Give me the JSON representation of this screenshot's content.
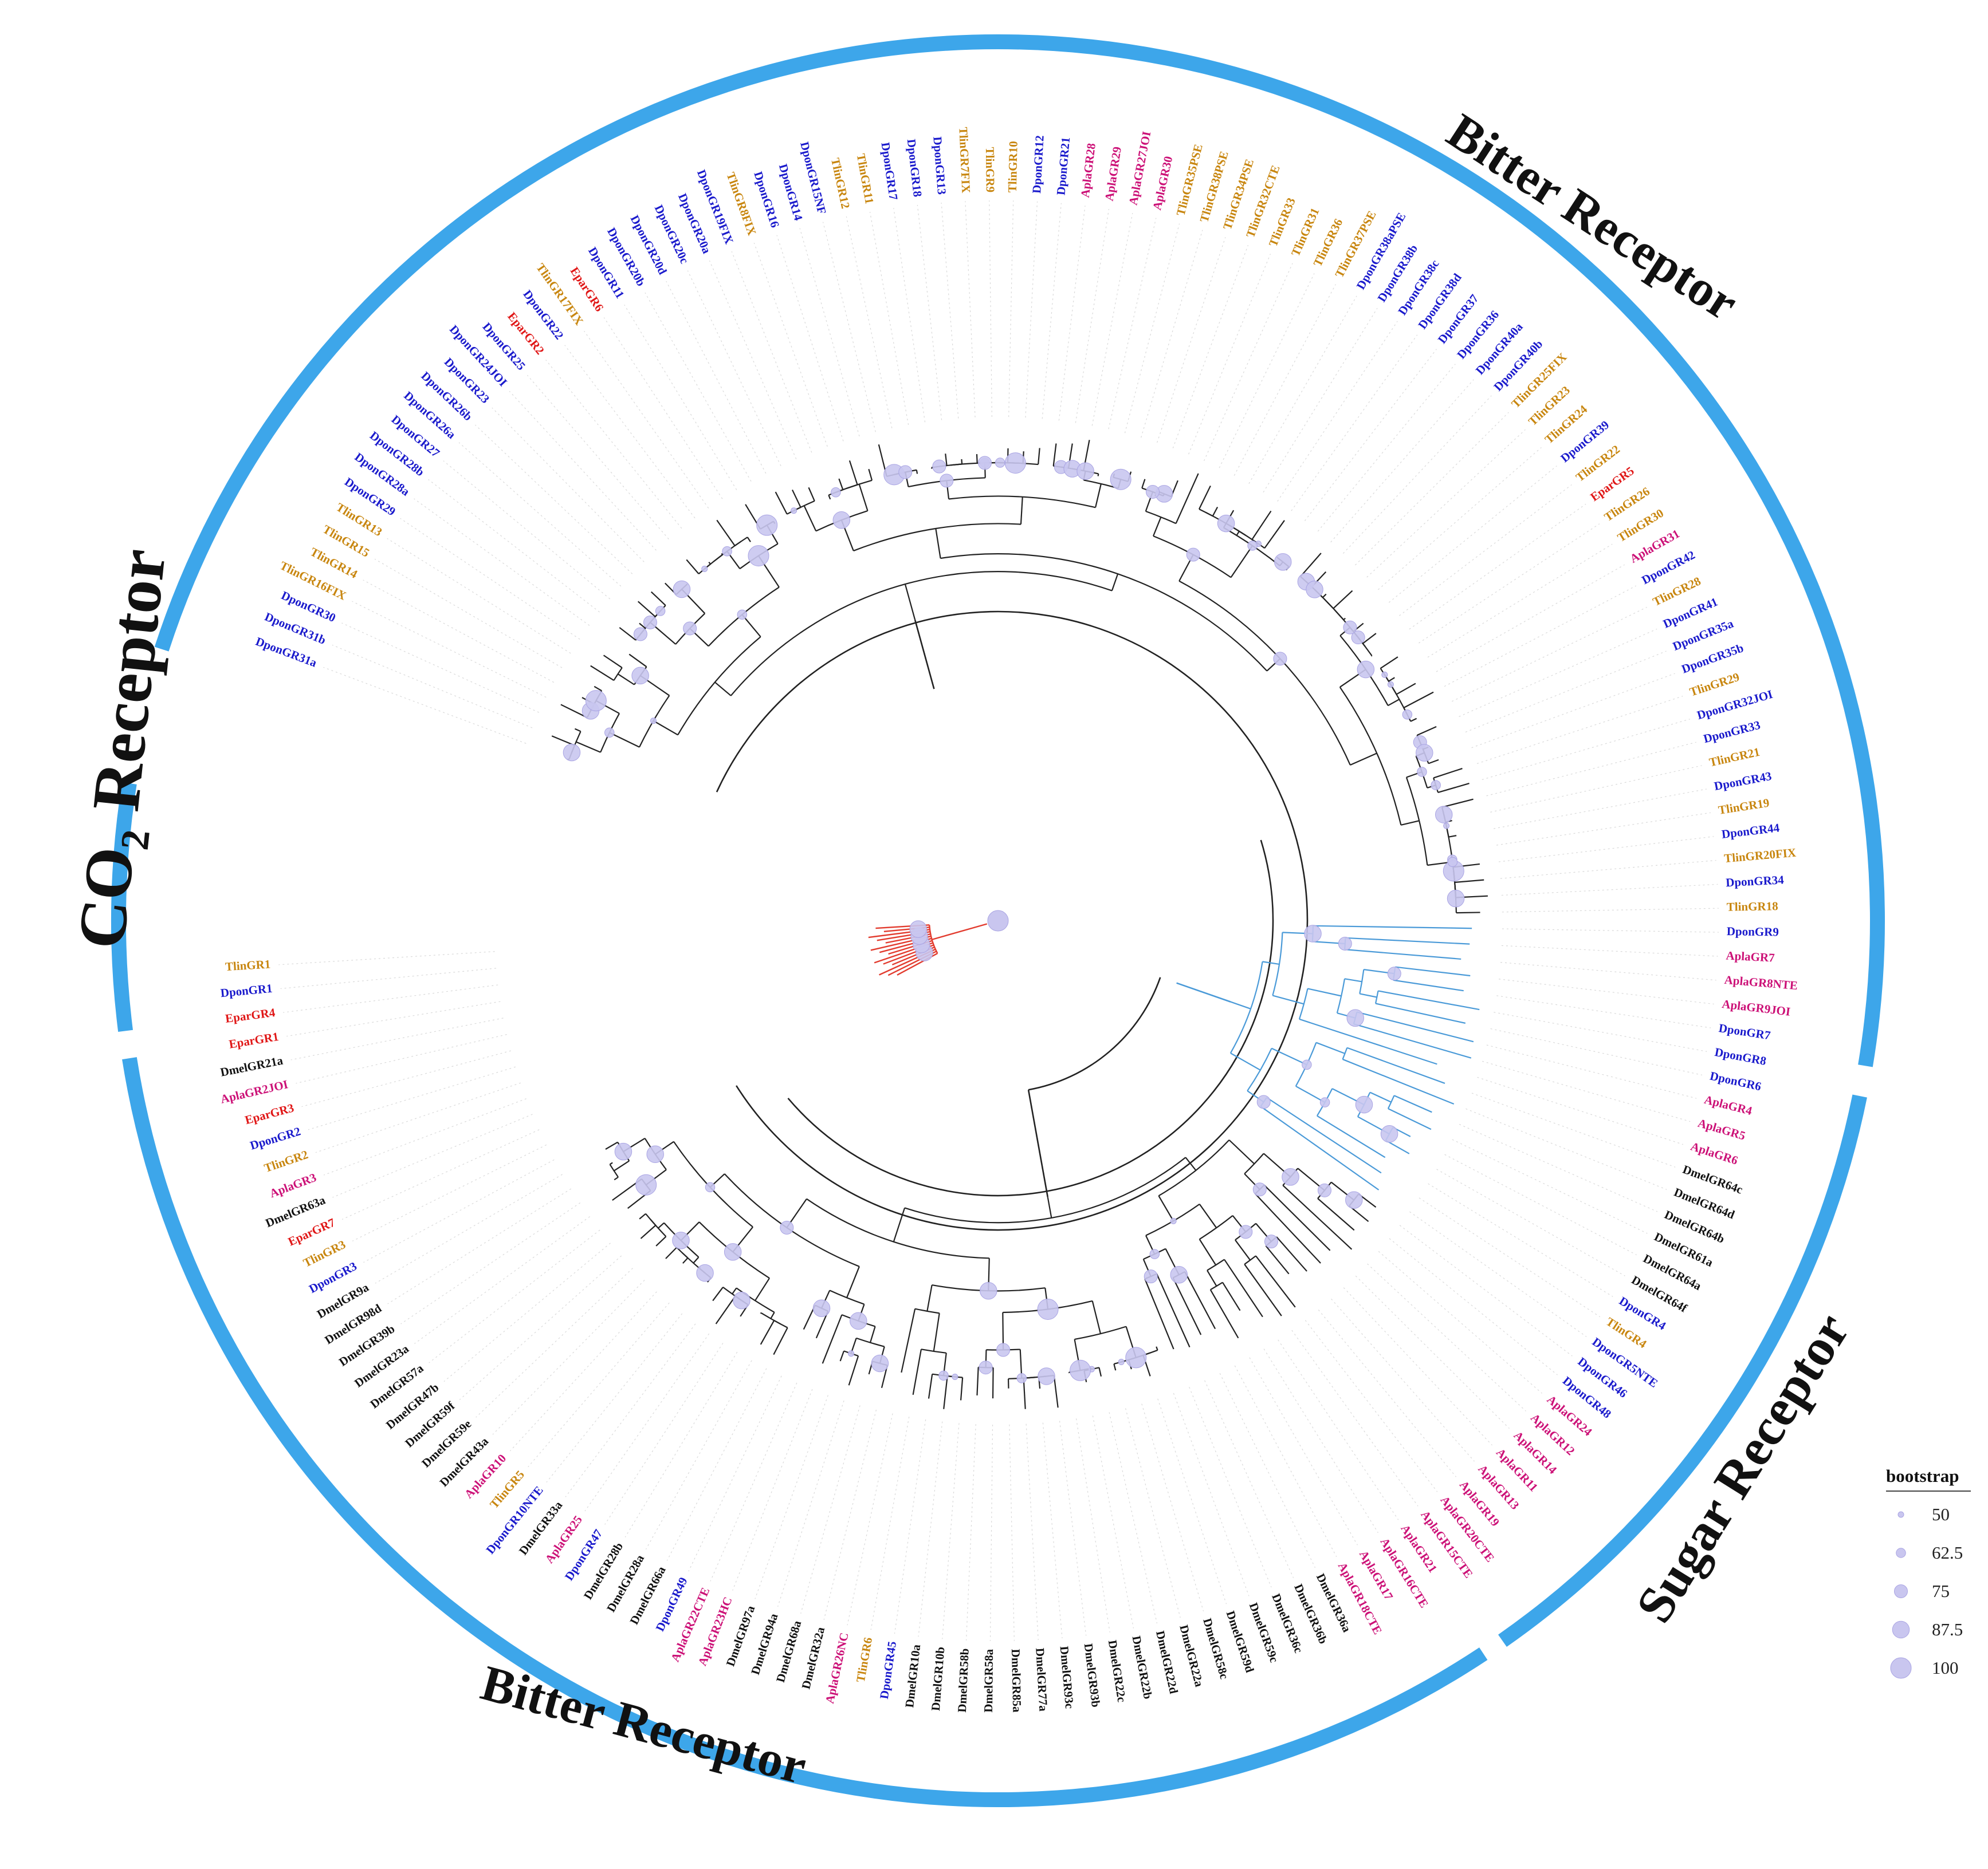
{
  "colors": {
    "Dpon": "#1a1acc",
    "Tlin": "#c8860f",
    "Epar": "#e01616",
    "Apla": "#cc1177",
    "Dmel": "#111111",
    "arc": "#3da6ea",
    "branch": "#222222",
    "co2_branch": "#e23b2e",
    "sugar_branch": "#4a9ad8",
    "bootstrap_fill": "#c9c6ef",
    "bootstrap_stroke": "#a9a4e3"
  },
  "clades": [
    {
      "label": "Bitter Receptor"
    },
    {
      "label_main": "CO",
      "label_sub": "2",
      "label_rest": " Receptor"
    },
    {
      "label": "Sugar Receptor"
    },
    {
      "label": "Bitter Receptor"
    }
  ],
  "legend": {
    "title": "bootstrap",
    "items": [
      {
        "label": "50",
        "value": 50
      },
      {
        "label": "62.5",
        "value": 62.5
      },
      {
        "label": "75",
        "value": 75
      },
      {
        "label": "87.5",
        "value": 87.5
      },
      {
        "label": "100",
        "value": 100
      }
    ]
  },
  "leaves": [
    "DponGR31a",
    "DponGR31b",
    "DponGR30",
    "TlinGR16FIX",
    "TlinGR14",
    "TlinGR15",
    "TlinGR13",
    "DponGR29",
    "DponGR28a",
    "DponGR28b",
    "DponGR27",
    "DponGR26a",
    "DponGR26b",
    "DponGR23",
    "DponGR24JOI",
    "DponGR25",
    "EparGR2",
    "DponGR22",
    "TlinGR17FIX",
    "EparGR6",
    "DponGR11",
    "DponGR20b",
    "DponGR20d",
    "DponGR20c",
    "DponGR20a",
    "DponGR19FIX",
    "TlinGR8FIX",
    "DponGR16",
    "DponGR14",
    "DponGR15NF",
    "TlinGR12",
    "TlinGR11",
    "DponGR17",
    "DponGR18",
    "DponGR13",
    "TlinGR7FIX",
    "TlinGR9",
    "TlinGR10",
    "DponGR12",
    "DponGR21",
    "AplaGR28",
    "AplaGR29",
    "AplaGR27JOI",
    "AplaGR30",
    "TlinGR35PSE",
    "TlinGR38PSE",
    "TlinGR34PSE",
    "TlinGR32CTE",
    "TlinGR33",
    "TlinGR31",
    "TlinGR36",
    "TlinGR37PSE",
    "DponGR38aPSE",
    "DponGR38b",
    "DponGR38c",
    "DponGR38d",
    "DponGR37",
    "DponGR36",
    "DponGR40a",
    "DponGR40b",
    "TlinGR25FIX",
    "TlinGR23",
    "TlinGR24",
    "DponGR39",
    "TlinGR22",
    "EparGR5",
    "TlinGR26",
    "TlinGR30",
    "AplaGR31",
    "DponGR42",
    "TlinGR28",
    "DponGR41",
    "DponGR35a",
    "DponGR35b",
    "TlinGR29",
    "DponGR32JOI",
    "DponGR33",
    "TlinGR21",
    "DponGR43",
    "TlinGR19",
    "DponGR44",
    "TlinGR20FIX",
    "DponGR34",
    "TlinGR18",
    "DponGR9",
    "AplaGR7",
    "AplaGR8NTE",
    "AplaGR9JOI",
    "DponGR7",
    "DponGR8",
    "DponGR6",
    "AplaGR4",
    "AplaGR5",
    "AplaGR6",
    "DmelGR64c",
    "DmelGR64d",
    "DmelGR64b",
    "DmelGR61a",
    "DmelGR64a",
    "DmelGR64f",
    "DponGR4",
    "TlinGR4",
    "DponGR5NTE",
    "DponGR46",
    "DponGR48",
    "AplaGR24",
    "AplaGR12",
    "AplaGR14",
    "AplaGR11",
    "AplaGR13",
    "AplaGR19",
    "AplaGR20CTE",
    "AplaGR15CTE",
    "AplaGR21",
    "AplaGR16CTE",
    "AplaGR17",
    "AplaGR18CTE",
    "DmelGR36a",
    "DmelGR36b",
    "DmelGR36c",
    "DmelGR59c",
    "DmelGR59d",
    "DmelGR58c",
    "DmelGR22a",
    "DmelGR22d",
    "DmelGR22b",
    "DmelGR22c",
    "DmelGR93b",
    "DmelGR93c",
    "DmelGR77a",
    "DmelGR85a",
    "DmelGR58a",
    "DmelGR58b",
    "DmelGR10b",
    "DmelGR10a",
    "DponGR45",
    "TlinGR6",
    "AplaGR26NC",
    "DmelGR32a",
    "DmelGR68a",
    "DmelGR94a",
    "DmelGR97a",
    "AplaGR23HC",
    "AplaGR22CTE",
    "DponGR49",
    "DmelGR66a",
    "DmelGR28a",
    "DmelGR28b",
    "DponGR47",
    "AplaGR25",
    "DmelGR33a",
    "DponGR10NTE",
    "TlinGR5",
    "AplaGR10",
    "DmelGR43a",
    "DmelGR59e",
    "DmelGR59f",
    "DmelGR47b",
    "DmelGR57a",
    "DmelGR23a",
    "DmelGR39b",
    "DmelGR98d",
    "DmelGR9a",
    "DponGR3",
    "TlinGR3",
    "EparGR7",
    "DmelGR63a",
    "AplaGR3",
    "TlinGR2",
    "DponGR2",
    "EparGR3",
    "AplaGR2JOI",
    "DmelGR21a",
    "EparGR1",
    "EparGR4",
    "DponGR1",
    "TlinGR1"
  ]
}
